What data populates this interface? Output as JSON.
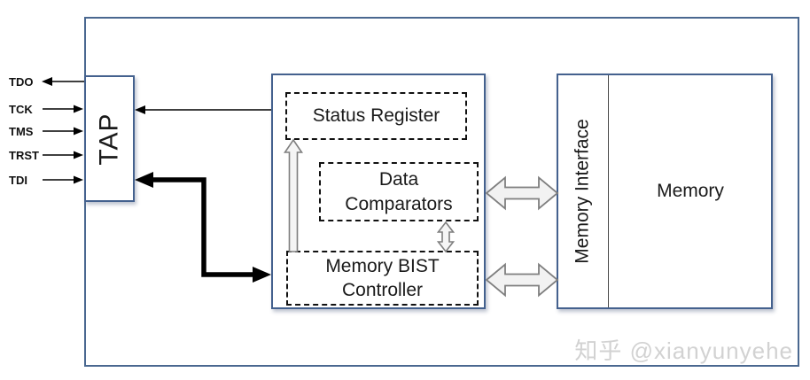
{
  "diagram": {
    "title_hint": "Memory BIST block diagram",
    "signals": [
      {
        "label": "TDO",
        "direction": "output"
      },
      {
        "label": "TCK",
        "direction": "input"
      },
      {
        "label": "TMS",
        "direction": "input"
      },
      {
        "label": "TRST",
        "direction": "input"
      },
      {
        "label": "TDI",
        "direction": "input"
      }
    ],
    "tap": {
      "label": "TAP"
    },
    "bist": {
      "status_register": "Status Register",
      "data_comparators": "Data Comparators",
      "memory_bist_controller": "Memory BIST Controller"
    },
    "memory": {
      "interface_label": "Memory Interface",
      "memory_label": "Memory"
    },
    "watermark": "知乎 @xianyunyehe",
    "colors": {
      "box_border": "#44618e",
      "outer_border": "#4a6890",
      "dashed_border": "#111111",
      "hollow_arrow_fill": "#f5f5f5",
      "hollow_arrow_stroke": "#7f7f7f",
      "thick_arrow": "#000000",
      "watermark_text": "#d2d2d2"
    }
  }
}
